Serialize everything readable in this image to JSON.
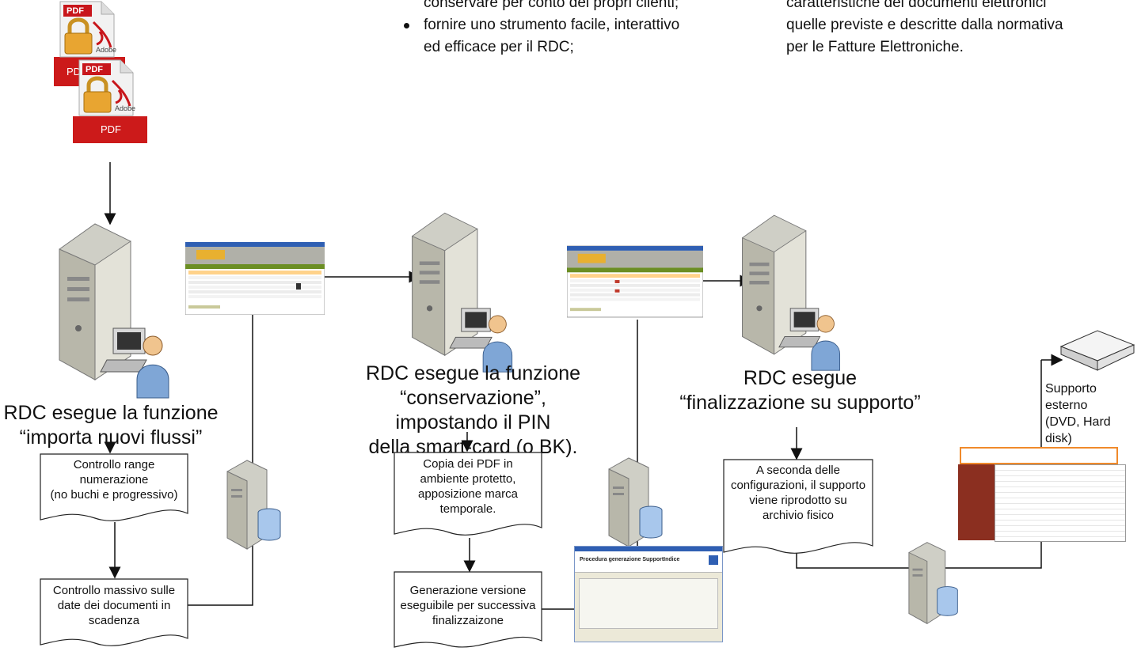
{
  "intro": {
    "left_lines": [
      "conservare per conto dei propri clienti;",
      "fornire uno strumento facile, interattivo",
      "ed efficace per il RDC;"
    ],
    "right_lines": [
      "caratteristiche dei documenti elettronici",
      "quelle previste e descritte dalla normativa",
      "per le Fatture Elettroniche."
    ]
  },
  "pdf_icons": {
    "badge": "PDF",
    "brand": "Adobe",
    "tile_label": "PDF",
    "tile_label_partial": "PD"
  },
  "steps": [
    {
      "caption": [
        "RDC esegue la funzione",
        "“importa nuovi flussi”"
      ]
    },
    {
      "caption": [
        "RDC esegue  la funzione",
        "“conservazione”, impostando il PIN",
        "della smart-card (o BK)."
      ]
    },
    {
      "caption": [
        "RDC esegue",
        "“finalizzazione su supporto”"
      ]
    }
  ],
  "docs": [
    {
      "lines": [
        "Controllo range",
        "numerazione",
        "(no buchi e progressivo)"
      ]
    },
    {
      "lines": [
        "Controllo massivo sulle",
        "date dei documenti in",
        "scadenza"
      ]
    },
    {
      "lines": [
        "Copia dei PDF in",
        "ambiente protetto,",
        "apposizione marca",
        "temporale."
      ]
    },
    {
      "lines": [
        "Generazione versione",
        "eseguibile per successiva",
        "finalizzaizone"
      ]
    },
    {
      "lines": [
        "A seconda delle",
        "configurazioni, il supporto",
        "viene riprodotto su",
        "archivio fisico"
      ]
    }
  ],
  "storage": {
    "lines": [
      "Supporto esterno",
      "(DVD, Hard disk)"
    ]
  },
  "dialog": {
    "title": "Procedura generazione SupportIndice"
  },
  "colors": {
    "pdf_red": "#cc1a1a",
    "server_gray": "#bdbdb3",
    "arrow": "#111111"
  }
}
